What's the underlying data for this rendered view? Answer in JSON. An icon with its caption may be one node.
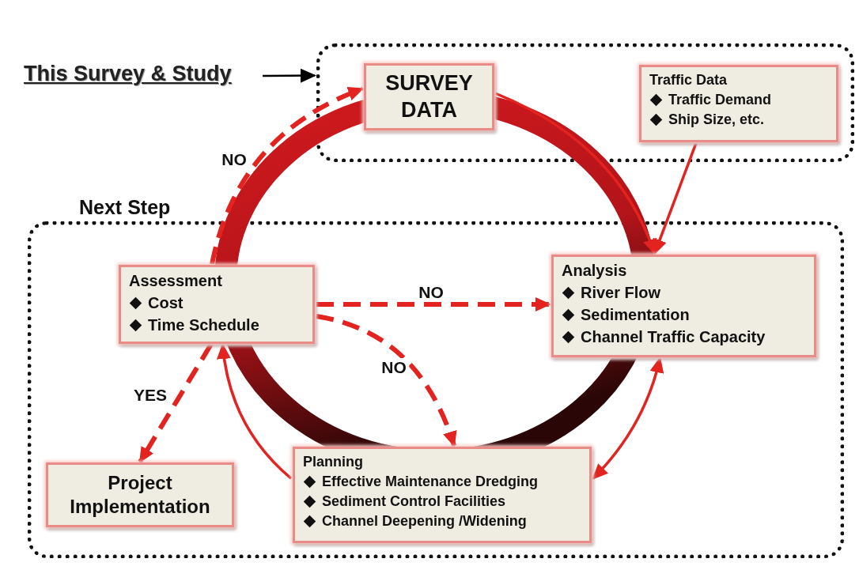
{
  "diagram": {
    "nodes": [
      {
        "text": [
          "This Survey & Study"
        ]
      },
      {
        "text": [],
        "shape": "box"
      },
      {
        "text": [
          "SURVEY DATA"
        ],
        "in": 1
      },
      {
        "text": [
          "Traffic Data",
          "Traffic Demand",
          "Ship Size, etc."
        ],
        "in": 1
      },
      {
        "text": [
          "Next Step"
        ]
      },
      {
        "text": [
          "Assessment",
          "Cost",
          "Time Schedule"
        ],
        "in": 4
      },
      {
        "text": [
          "Analysis",
          "River Flow",
          "Sedimentation",
          "Channel Traffic Capacity"
        ],
        "in": 4
      },
      {
        "text": [
          "Planning",
          "Effective Maintenance Dredging",
          "Sediment Control Facilities",
          "Channel Deepening /Widening"
        ],
        "in": 4
      },
      {
        "text": [
          "Project Implementation"
        ],
        "in": 4
      }
    ],
    "edges": [
      {
        "from": 0,
        "to": 1,
        "arrow": "to",
        "color": "#000000"
      },
      {
        "from": 2,
        "to": 6,
        "arrow": "to"
      },
      {
        "from": 3,
        "to": 6,
        "arrow": "to"
      },
      {
        "from": 6,
        "to": 7,
        "arrow": "both"
      },
      {
        "from": 7,
        "to": 5,
        "arrow": "to"
      },
      {
        "from": 5,
        "to": 2,
        "arrow": "to",
        "style": "dashed",
        "label": "NO"
      },
      {
        "from": 5,
        "to": 6,
        "arrow": "to",
        "style": "dashed",
        "label": "NO"
      },
      {
        "from": 5,
        "to": 7,
        "arrow": "to",
        "style": "dashed",
        "label": "NO"
      },
      {
        "from": 5,
        "to": 8,
        "arrow": "to",
        "style": "dashed",
        "label": "YES"
      }
    ]
  }
}
